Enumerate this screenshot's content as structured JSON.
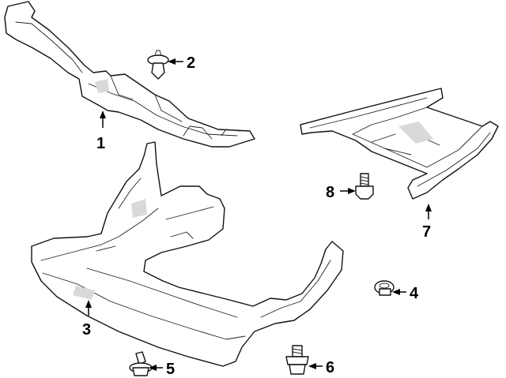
{
  "callouts": [
    {
      "id": "1",
      "label": "1"
    },
    {
      "id": "2",
      "label": "2"
    },
    {
      "id": "3",
      "label": "3"
    },
    {
      "id": "4",
      "label": "4"
    },
    {
      "id": "5",
      "label": "5"
    },
    {
      "id": "6",
      "label": "6"
    },
    {
      "id": "7",
      "label": "7"
    },
    {
      "id": "8",
      "label": "8"
    }
  ],
  "colors": {
    "line": "#111111",
    "fill": "#ffffff",
    "shade": "#d9d9d9"
  }
}
